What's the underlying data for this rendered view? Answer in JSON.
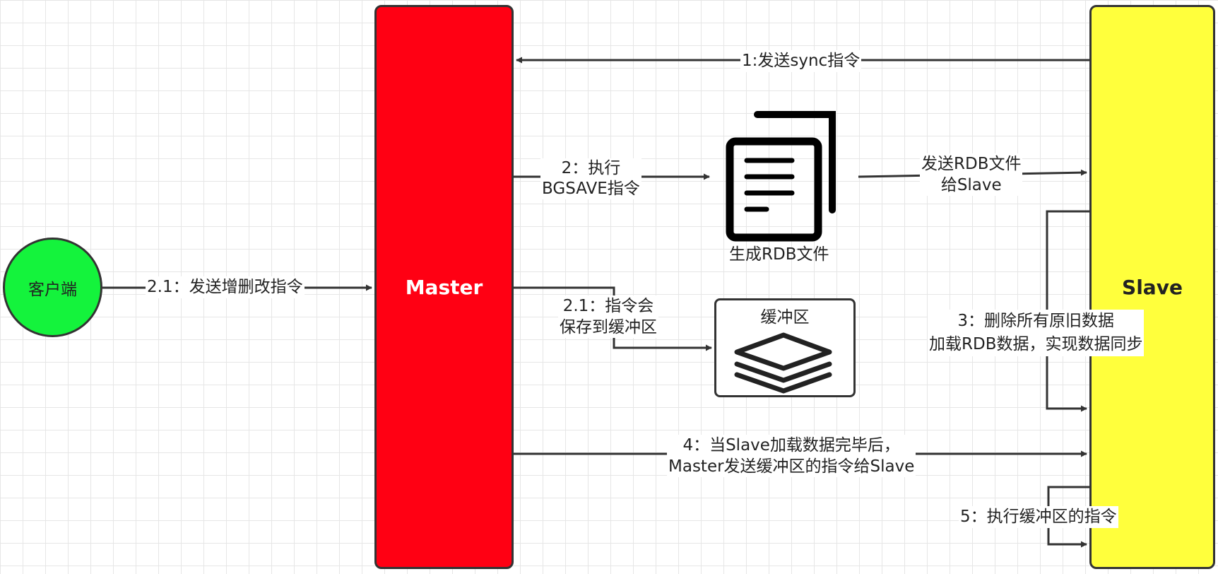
{
  "colors": {
    "master_fill": "#ff0013",
    "slave_fill": "#ffff3c",
    "client_fill": "#14f33c",
    "stroke": "#333333"
  },
  "nodes": {
    "master": "Master",
    "slave": "Slave",
    "client": "客户端",
    "buffer": "缓冲区"
  },
  "icons": {
    "rdb_file": "documents-icon",
    "buffer": "layers-icon"
  },
  "labels": {
    "step1": "1:发送sync指令",
    "step2_line1": "2：执行",
    "step2_line2": "BGSAVE指令",
    "rdb_file": "生成RDB文件",
    "send_rdb_line1": "发送RDB文件",
    "send_rdb_line2": "给Slave",
    "client_send": "2.1：发送增删改指令",
    "buffer_save_line1": "2.1：指令会",
    "buffer_save_line2": "保存到缓冲区",
    "step3_line1": "3：删除所有原旧数据",
    "step3_line2": "加载RDB数据，实现数据同步",
    "step4_line1": "4：当Slave加载数据完毕后，",
    "step4_line2": "Master发送缓冲区的指令给Slave",
    "step5": "5：执行缓冲区的指令"
  }
}
